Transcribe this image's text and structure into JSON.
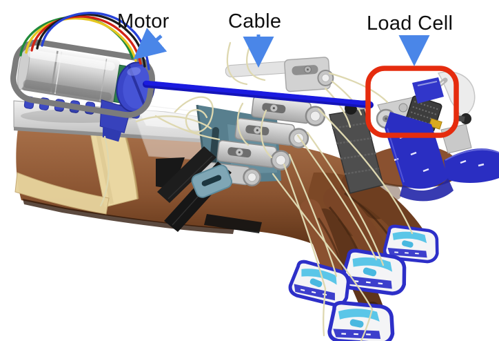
{
  "annotations": {
    "motor": {
      "label": "Motor"
    },
    "cable": {
      "label": "Cable"
    },
    "load_cell": {
      "label": "Load Cell"
    }
  },
  "colors": {
    "background": "#ffffff",
    "label_text": "#0f0f0f",
    "arrow_blue": "#4a86e8",
    "motor_outline_gray": "#7b7b7b",
    "load_cell_outline_red": "#e52c0e",
    "drive_cable_blue": "#1b1be0"
  }
}
